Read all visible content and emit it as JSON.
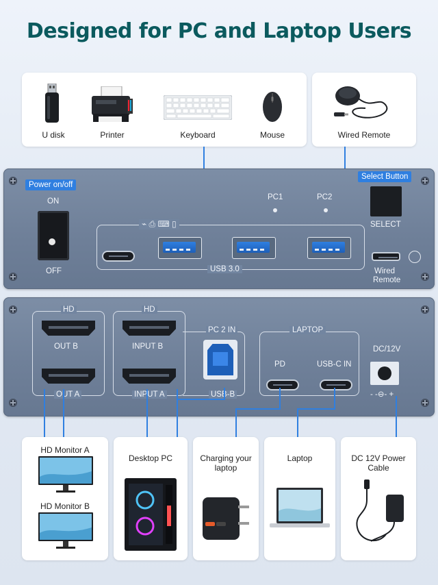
{
  "title": "Designed for PC and Laptop Users",
  "top_devices": [
    {
      "name": "U disk",
      "icon": "usb-drive-icon"
    },
    {
      "name": "Printer",
      "icon": "printer-icon"
    },
    {
      "name": "Keyboard",
      "icon": "keyboard-icon"
    },
    {
      "name": "Mouse",
      "icon": "mouse-icon"
    }
  ],
  "remote": {
    "name": "Wired Remote",
    "icon": "wired-remote-icon"
  },
  "front_panel": {
    "power_label": "Power on/off",
    "on": "ON",
    "off": "OFF",
    "pc1": "PC1",
    "pc2": "PC2",
    "usb_label": "USB 3.0",
    "select_button": "Select Button",
    "select": "SELECT",
    "wired_remote_1": "Wired",
    "wired_remote_2": "Remote"
  },
  "back_panel": {
    "hd1": "HD",
    "out_b": "OUT B",
    "out_a": "OUT A",
    "hd2": "HD",
    "input_b": "INPUT B",
    "input_a": "INPUT A",
    "pc2_in": "PC 2 IN",
    "usb_b": "USB-B",
    "laptop": "LAPTOP",
    "pd": "PD",
    "usbc_in": "USB-C IN",
    "dc": "DC/12V",
    "polarity": "- -⊖- +"
  },
  "bottom_cards": {
    "monitor_a": "HD Monitor A",
    "monitor_b": "HD Monitor B",
    "desktop": "Desktop PC",
    "charging_1": "Charging your",
    "charging_2": "laptop",
    "laptop": "Laptop",
    "power_1": "DC 12V Power",
    "power_2": "Cable"
  },
  "colors": {
    "title": "#0b5a5e",
    "accent_line": "#2f7fe0",
    "panel": "#7285a0"
  }
}
